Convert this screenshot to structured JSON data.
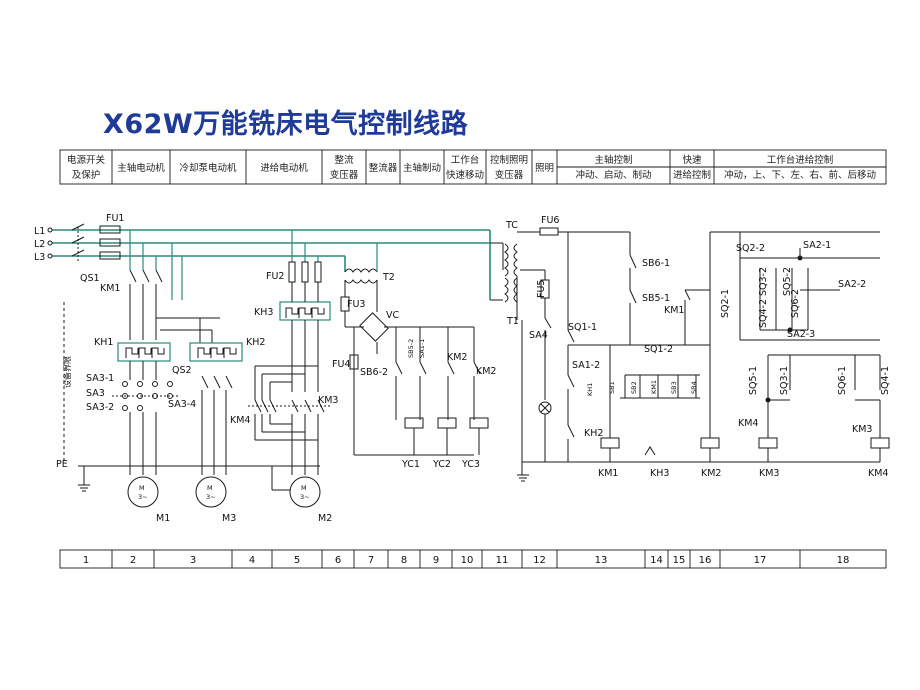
{
  "title": "X62W万能铣床电气控制线路",
  "header": {
    "cells": [
      {
        "lines": [
          "电源开关",
          "及保护"
        ]
      },
      {
        "lines": [
          "主轴电动机"
        ]
      },
      {
        "lines": [
          "冷却泵电动机"
        ]
      },
      {
        "lines": [
          "进给电动机"
        ]
      },
      {
        "lines": [
          "整流",
          "变压器"
        ]
      },
      {
        "lines": [
          "整流器"
        ]
      },
      {
        "lines": [
          "主轴制动"
        ]
      },
      {
        "lines": [
          "工作台",
          "快速移动"
        ]
      },
      {
        "lines": [
          "控制照明",
          "变压器"
        ]
      },
      {
        "lines": [
          "照明"
        ]
      },
      {
        "lines": [
          "主轴控制",
          "冲动、启动、制动"
        ]
      },
      {
        "lines": [
          "快速",
          "进给控制"
        ]
      },
      {
        "lines": [
          "工作台进给控制",
          "冲动，上、下、左、右、前、后移动"
        ]
      }
    ]
  },
  "zones": [
    "1",
    "2",
    "3",
    "4",
    "5",
    "6",
    "7",
    "8",
    "9",
    "10",
    "11",
    "12",
    "13",
    "14",
    "15",
    "16",
    "17",
    "18"
  ],
  "side_label": "设备界限",
  "labels": {
    "l1": "L1",
    "l2": "L2",
    "l3": "L3",
    "fu1": "FU1",
    "qs1": "QS1",
    "km1a": "KM1",
    "kh1": "KH1",
    "kh2": "KH2",
    "sa3_1": "SA3-1",
    "sa3": "SA3",
    "sa3_2": "SA3-2",
    "sa3_4": "SA3-4",
    "qs2": "QS2",
    "pe": "PE",
    "m1": "M1",
    "m3": "M3",
    "m2": "M2",
    "m_motor": "M",
    "phase": "3~",
    "kh3": "KH3",
    "fu2": "FU2",
    "km4a": "KM4",
    "km3a": "KM3",
    "t2": "T2",
    "fu3": "FU3",
    "vc": "VC",
    "fu4": "FU4",
    "sb6_2": "SB6-2",
    "sb5_2": "SB5-2",
    "sa1_1": "SA1-1",
    "km2a": "KM2",
    "km2b": "KM2",
    "yc1": "YC1",
    "yc2": "YC2",
    "yc3": "YC3",
    "tc": "TC",
    "fu6": "FU6",
    "fu5": "FU5",
    "t1": "T1",
    "sa4": "SA4",
    "sb6_1": "SB6-1",
    "sb5_1": "SB5-1",
    "km1b": "KM1",
    "sq1_1": "SQ1-1",
    "sq1_2": "SQ1-2",
    "sa1_2": "SA1-2",
    "kh1b": "KH1",
    "kh2b": "KH2",
    "sb1": "SB1",
    "sb2": "SB2",
    "km1c": "KM1",
    "sb3": "SB3",
    "sb4": "SB4",
    "sq2_1": "SQ2-1",
    "km1d": "KM1",
    "kh3b": "KH3",
    "km2c": "KM2",
    "sq2_2": "SQ2-2",
    "sa2_1": "SA2-1",
    "sa2_2": "SA2-2",
    "sa2_3": "SA2-3",
    "sq4_2": "SQ4-2",
    "sq3_2": "SQ3-2",
    "sq5_2": "SQ5-2",
    "sq6_2": "SQ6-2",
    "sq5_1": "SQ5-1",
    "sq3_1": "SQ3-1",
    "sq6_1": "SQ6-1",
    "sq4_1": "SQ4-1",
    "km4b": "KM4",
    "km3b": "KM3",
    "km3c": "KM3",
    "km4c": "KM4"
  },
  "colors": {
    "title": "#1f3b97",
    "bus": "#2b8a7f",
    "wire": "#1a1a1a"
  }
}
